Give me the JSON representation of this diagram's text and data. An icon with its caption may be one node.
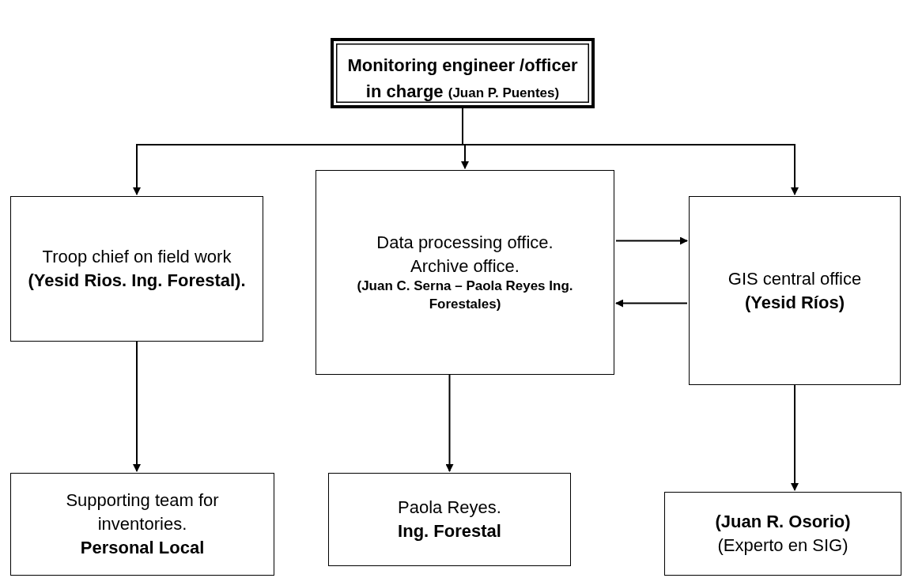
{
  "diagram": {
    "nodes": [
      {
        "text": [
          "Monitoring engineer /officer in charge",
          "(Juan P. Puentes)"
        ]
      },
      {
        "text": [
          "Troop chief on field work",
          "(Yesid Rios. Ing. Forestal)."
        ]
      },
      {
        "text": [
          "Data processing office. Archive office.",
          "(Juan C. Serna – Paola Reyes Ing. Forestales)"
        ]
      },
      {
        "text": [
          "GIS central office",
          "(Yesid Ríos)"
        ]
      },
      {
        "text": [
          "Supporting team for inventories.",
          "Personal Local"
        ]
      },
      {
        "text": [
          "Paola Reyes.",
          "Ing. Forestal"
        ]
      },
      {
        "text": [
          "(Juan R. Osorio)",
          "(Experto en SIG)"
        ]
      }
    ],
    "edges": [
      {
        "from": 0,
        "to": 1,
        "arrow": "to"
      },
      {
        "from": 0,
        "to": 2,
        "arrow": "to"
      },
      {
        "from": 0,
        "to": 3,
        "arrow": "to"
      },
      {
        "from": 2,
        "to": 3,
        "arrow": "to"
      },
      {
        "from": 3,
        "to": 2,
        "arrow": "to"
      },
      {
        "from": 1,
        "to": 4,
        "arrow": "to"
      },
      {
        "from": 2,
        "to": 5,
        "arrow": "to"
      },
      {
        "from": 3,
        "to": 6,
        "arrow": "to"
      }
    ]
  }
}
